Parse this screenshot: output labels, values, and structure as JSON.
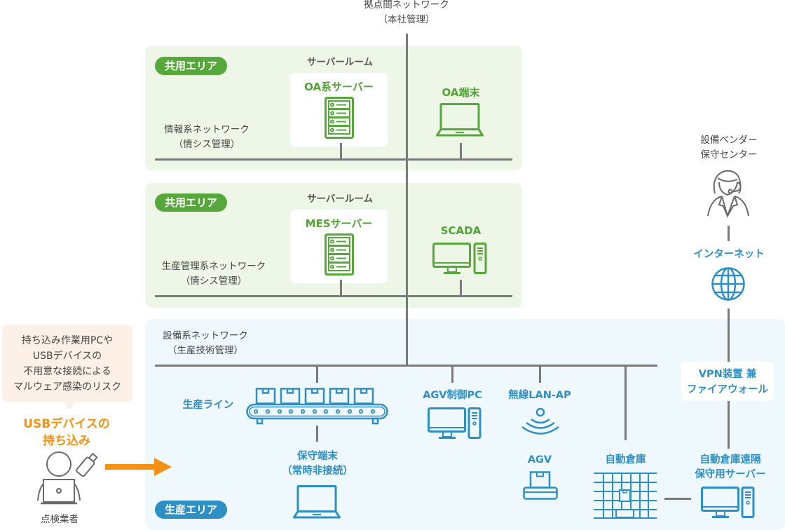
{
  "colors": {
    "green": "#56a83a",
    "blue": "#2e8fc4",
    "orange": "#f39212",
    "line": "#7a7a7a",
    "text": "#444444"
  },
  "wan": {
    "line1": "拠点間ネットワーク",
    "line2": "（本社管理）"
  },
  "oa_zone": {
    "badge": "共用エリア",
    "server_room": "サーバールーム",
    "server_label": "OA系サーバー",
    "server_icon": "server-rack-icon",
    "terminal_label": "OA端末",
    "terminal_icon": "laptop-icon",
    "network_line1": "情報系ネットワーク",
    "network_line2": "（情シス管理）"
  },
  "mes_zone": {
    "badge": "共用エリア",
    "server_room": "サーバールーム",
    "server_label": "MESサーバー",
    "server_icon": "server-rack-icon",
    "terminal_label": "SCADA",
    "terminal_icon": "desktop-pc-icon",
    "network_line1": "生産管理系ネットワーク",
    "network_line2": "（情シス管理）"
  },
  "prod_zone": {
    "badge": "生産エリア",
    "network_line1": "設備系ネットワーク",
    "network_line2": "（生産技術管理）",
    "production_line": "生産ライン",
    "maint_terminal_line1": "保守端末",
    "maint_terminal_line2": "（常時非接続）",
    "agv_pc": "AGV制御PC",
    "wlan_ap": "無線LAN-AP",
    "agv": "AGV",
    "warehouse": "自動倉庫",
    "remote_server_line1": "自動倉庫遠隔",
    "remote_server_line2": "保守用サーバー",
    "vpn_line1": "VPN装置 兼",
    "vpn_line2": "ファイアウォール"
  },
  "vendor": {
    "line1": "設備ベンダー",
    "line2": "保守センター",
    "icon": "operator-headset-icon"
  },
  "internet": {
    "label": "インターネット",
    "icon": "globe-icon"
  },
  "risk": {
    "bubble_lines": [
      "持ち込み作業用PCや",
      "USBデバイスの",
      "不用意な接続による",
      "マルウェア感染のリスク"
    ],
    "usb_line1": "USBデバイスの",
    "usb_line2": "持ち込み",
    "worker_label": "点検業者"
  }
}
